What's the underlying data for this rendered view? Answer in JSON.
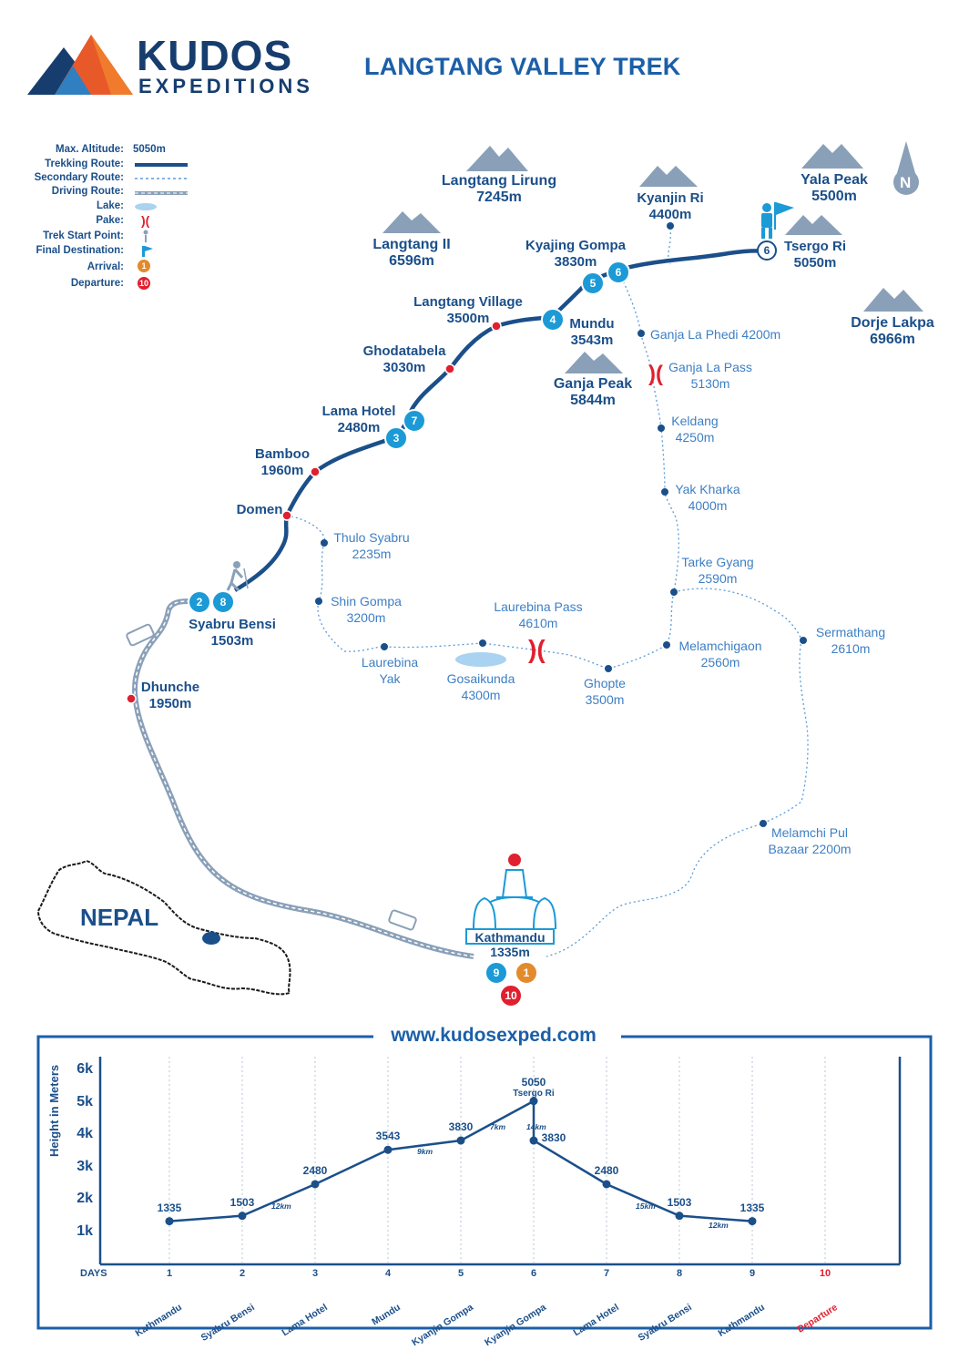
{
  "brand": {
    "name": "KUDOS",
    "sub": "EXPEDITIONS"
  },
  "title": "LANGTANG VALLEY TREK",
  "legend": {
    "max_altitude_label": "Max. Altitude:",
    "max_altitude_value": "5050m",
    "trekking": "Trekking Route:",
    "secondary": "Secondary Route:",
    "driving": "Driving Route:",
    "lake": "Lake:",
    "pass": "Pake:",
    "start": "Trek Start Point:",
    "final": "Final Destination:",
    "arrival": "Arrival:",
    "arrival_num": "1",
    "departure": "Departure:",
    "departure_num": "10"
  },
  "compass": "N",
  "peaks": {
    "lirung": [
      "Langtang Lirung",
      "7245m"
    ],
    "kyanjin_ri": [
      "Kyanjin Ri",
      "4400m"
    ],
    "yala": [
      "Yala Peak",
      "5500m"
    ],
    "langtang2": [
      "Langtang II",
      "6596m"
    ],
    "tsergo": [
      "Tsergo Ri",
      "5050m"
    ],
    "dorje": [
      "Dorje Lakpa",
      "6966m"
    ],
    "ganja": [
      "Ganja Peak",
      "5844m"
    ]
  },
  "places": {
    "kyajing": [
      "Kyajing Gompa",
      "3830m"
    ],
    "langtang_village": [
      "Langtang Village",
      "3500m"
    ],
    "mundu": [
      "Mundu",
      "3543m"
    ],
    "ghodatabela": [
      "Ghodatabela",
      "3030m"
    ],
    "lama_hotel": [
      "Lama Hotel",
      "2480m"
    ],
    "bamboo": [
      "Bamboo",
      "1960m"
    ],
    "domen": "Domen",
    "syabru": [
      "Syabru Bensi",
      "1503m"
    ],
    "dhunche": [
      "Dhunche",
      "1950m"
    ],
    "kathmandu": [
      "Kathmandu",
      "1335m"
    ]
  },
  "secondary_places": {
    "ganja_phedi": "Ganja La Phedi 4200m",
    "ganja_pass": [
      "Ganja La Pass",
      "5130m"
    ],
    "keldang": [
      "Keldang",
      "4250m"
    ],
    "yak_kharka": [
      "Yak Kharka",
      "4000m"
    ],
    "tarke": [
      "Tarke Gyang",
      "2590m"
    ],
    "thulo": [
      "Thulo Syabru",
      "2235m"
    ],
    "shin": [
      "Shin Gompa",
      "3200m"
    ],
    "laurebina_pass": [
      "Laurebina Pass",
      "4610m"
    ],
    "melamchigaon": [
      "Melamchigaon",
      "2560m"
    ],
    "sermathang": [
      "Sermathang",
      "2610m"
    ],
    "laurebina_yak": [
      "Laurebina",
      "Yak"
    ],
    "gosaikunda": [
      "Gosaikunda",
      "4300m"
    ],
    "ghopte": [
      "Ghopte",
      "3500m"
    ],
    "melamchi": [
      "Melamchi Pul",
      "Bazaar 2200m"
    ]
  },
  "badges": {
    "b2": "2",
    "b8": "8",
    "b3": "3",
    "b7": "7",
    "b4": "4",
    "b5": "5",
    "b6": "6",
    "b6w": "6",
    "b9": "9",
    "b1": "1",
    "b10": "10"
  },
  "inset": "NEPAL",
  "website": "www.kudosexped.com",
  "colors": {
    "route": "#1b4f8a",
    "secondary": "#5b9bd8",
    "badge": "#1b9ad6",
    "arrival": "#e38a2c",
    "departure": "#e0202e"
  },
  "chart_data": {
    "type": "line",
    "ylabel": "Height in Meters",
    "xlabel": "DAYS",
    "yticks": [
      "6k",
      "5k",
      "4k",
      "3k",
      "2k",
      "1k"
    ],
    "ylim": [
      0,
      6000
    ],
    "days": [
      "1",
      "2",
      "3",
      "4",
      "5",
      "6",
      "7",
      "8",
      "9",
      "10"
    ],
    "day_names": [
      "Kathmandu",
      "Syabru Bensi",
      "Lama Hotel",
      "Mundu",
      "Kyanjin Gompa",
      "Kyanjin Gompa",
      "Lama Hotel",
      "Syabru Bensi",
      "Kathmandu",
      "Departure"
    ],
    "points": [
      {
        "day": 1,
        "value": 1335
      },
      {
        "day": 2,
        "value": 1503
      },
      {
        "day": 3,
        "value": 2480
      },
      {
        "day": 4,
        "value": 3543
      },
      {
        "day": 5,
        "value": 3830
      },
      {
        "day": 6,
        "value": 5050,
        "label": "Tsergo Ri"
      },
      {
        "day": 6,
        "value": 3830
      },
      {
        "day": 7,
        "value": 2480
      },
      {
        "day": 8,
        "value": 1503
      },
      {
        "day": 9,
        "value": 1335
      }
    ],
    "distances": [
      "12km",
      "9km",
      "7km",
      "14km",
      "15km",
      "12km"
    ]
  }
}
